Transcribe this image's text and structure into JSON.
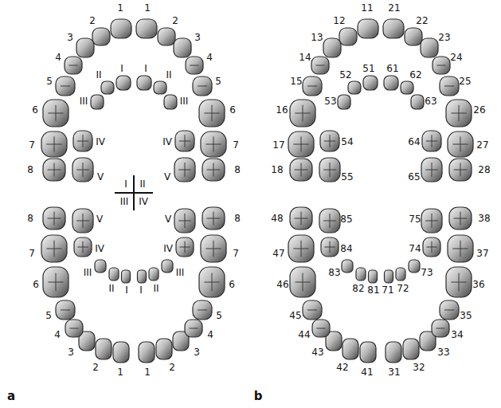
{
  "diagram": {
    "labels": [
      "1",
      "2",
      "3",
      "4",
      "5",
      "6",
      "7",
      "8",
      "1",
      "2",
      "3",
      "4",
      "5",
      "6",
      "7",
      "8",
      "I",
      "II",
      "III",
      "IV",
      "V",
      "I",
      "II",
      "III",
      "IV",
      "V",
      "I",
      "II",
      "III",
      "IV",
      "I",
      "II",
      "III",
      "IV",
      "V",
      "I",
      "II",
      "III",
      "IV",
      "V",
      "1",
      "2",
      "3",
      "4",
      "5",
      "6",
      "7",
      "8",
      "1",
      "2",
      "3",
      "4",
      "5",
      "6",
      "7",
      "8",
      "a",
      "11",
      "12",
      "13",
      "14",
      "15",
      "16",
      "17",
      "18",
      "21",
      "22",
      "23",
      "24",
      "25",
      "26",
      "27",
      "28",
      "51",
      "52",
      "53",
      "54",
      "55",
      "61",
      "62",
      "63",
      "64",
      "65",
      "81",
      "82",
      "83",
      "84",
      "85",
      "71",
      "72",
      "73",
      "74",
      "75",
      "41",
      "42",
      "43",
      "44",
      "45",
      "46",
      "47",
      "48",
      "31",
      "32",
      "33",
      "34",
      "35",
      "36",
      "37",
      "38",
      "b"
    ]
  }
}
